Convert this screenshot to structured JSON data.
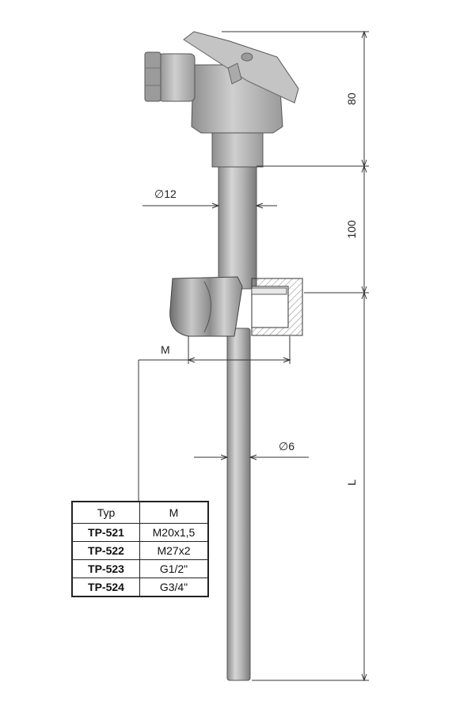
{
  "dimensions": {
    "head_height": "80",
    "extension_length": "100",
    "insertion_length": "L",
    "extension_diameter": "∅12",
    "probe_diameter": "∅6",
    "thread": "M"
  },
  "table": {
    "headers": [
      "Typ",
      "M"
    ],
    "rows": [
      {
        "typ": "TP-521",
        "m": "M20x1,5"
      },
      {
        "typ": "TP-522",
        "m": "M27x2"
      },
      {
        "typ": "TP-523",
        "m": "G1/2\""
      },
      {
        "typ": "TP-524",
        "m": "G3/4\""
      }
    ]
  }
}
